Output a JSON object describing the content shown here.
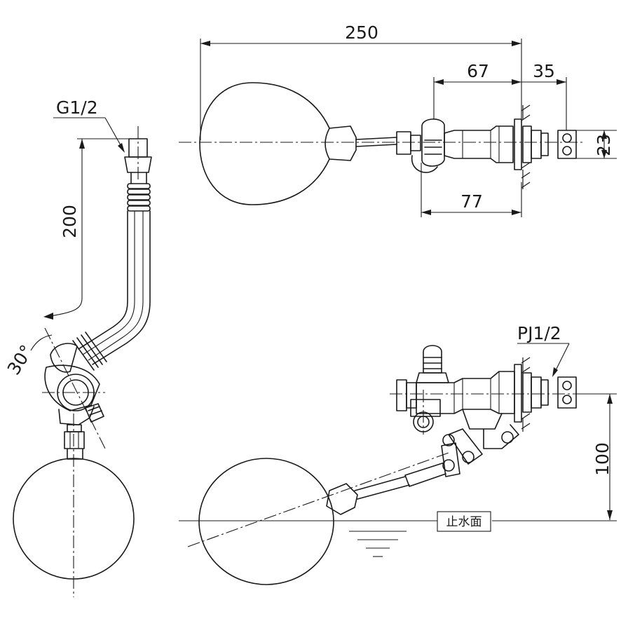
{
  "drawing": {
    "dimensions": {
      "overall_length": "250",
      "body_length": "67",
      "nut_length": "35",
      "body_height": "23",
      "valve_offset": "77",
      "arm_height": "200",
      "water_level_height": "100",
      "tilt_angle": "30°"
    },
    "labels": {
      "inlet_thread_side": "G1/2",
      "inlet_thread_front": "PJ1/2",
      "water_stop_level": "止水面"
    }
  }
}
